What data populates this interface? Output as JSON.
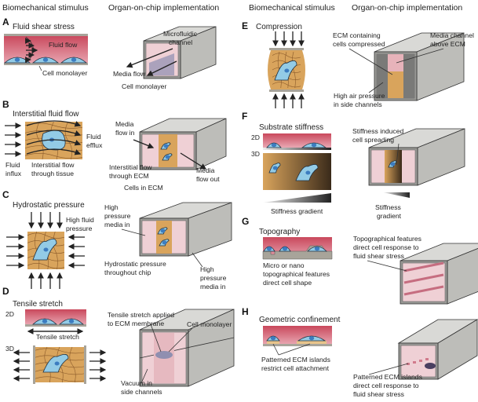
{
  "headers": {
    "left_stimulus": "Biomechanical stimulus",
    "left_implementation": "Organ-on-chip implementation",
    "right_stimulus": "Biomechanical stimulus",
    "right_implementation": "Organ-on-chip implementation"
  },
  "colors": {
    "media": "#c9485c",
    "media_light": "#e6a7b1",
    "tissue": "#d9a45c",
    "cell": "#93cbe6",
    "nucleus": "#3c7cc0",
    "chip": "#d9d9d6",
    "chip_side": "#bdbdb9",
    "substrate": "#a8a49a"
  },
  "panels": {
    "A": {
      "letter": "A",
      "title": "Fluid shear stress",
      "stim_labels": [
        "Fluid flow",
        "Cell monolayer"
      ],
      "chip_labels": [
        "Microfluidic",
        "channel",
        "Media flow",
        "Cell monolayer"
      ]
    },
    "B": {
      "letter": "B",
      "title": "Interstitial fluid flow",
      "stim_labels": [
        "Fluid",
        "efflux",
        "Fluid",
        "influx",
        "Interstitial flow",
        "through tissue"
      ],
      "chip_labels": [
        "Media",
        "flow in",
        "Interstitial flow",
        "through ECM",
        "Cells in ECM",
        "Media",
        "flow out"
      ]
    },
    "C": {
      "letter": "C",
      "title": "Hydrostatic pressure",
      "stim_labels": [
        "High fluid",
        "pressure"
      ],
      "chip_labels": [
        "High",
        "pressure",
        "media in",
        "Hydrostatic pressure",
        "throughout chip",
        "High",
        "pressure",
        "media in"
      ]
    },
    "D": {
      "letter": "D",
      "title": "Tensile stretch",
      "stim_labels": [
        "2D",
        "Tensile stretch",
        "3D"
      ],
      "chip_labels": [
        "Tensile stretch applied",
        "to ECM membrane",
        "Cell monolayer",
        "Vacuum in",
        "side channels"
      ]
    },
    "E": {
      "letter": "E",
      "title": "Compression",
      "chip_labels": [
        "ECM containing",
        "cells compressed",
        "Media channel",
        "above ECM",
        "High air pressure",
        "in side channels"
      ]
    },
    "F": {
      "letter": "F",
      "title": "Substrate stiffness",
      "stim_labels": [
        "2D",
        "3D",
        "Stiffness gradient"
      ],
      "chip_labels": [
        "Stiffness induced",
        "cell spreading",
        "Stiffness",
        "gradient"
      ]
    },
    "G": {
      "letter": "G",
      "title": "Topography",
      "stim_labels": [
        "Micro or nano",
        "topographical features",
        "direct cell shape"
      ],
      "chip_labels": [
        "Topographical features",
        "direct cell response to",
        "fluid shear stress"
      ]
    },
    "H": {
      "letter": "H",
      "title": "Geometric confinement",
      "stim_labels": [
        "Patterned ECM islands",
        "restrict cell attachment"
      ],
      "chip_labels": [
        "Patterned ECM islands",
        "direct cell response to",
        "fluid shear stress"
      ]
    }
  }
}
